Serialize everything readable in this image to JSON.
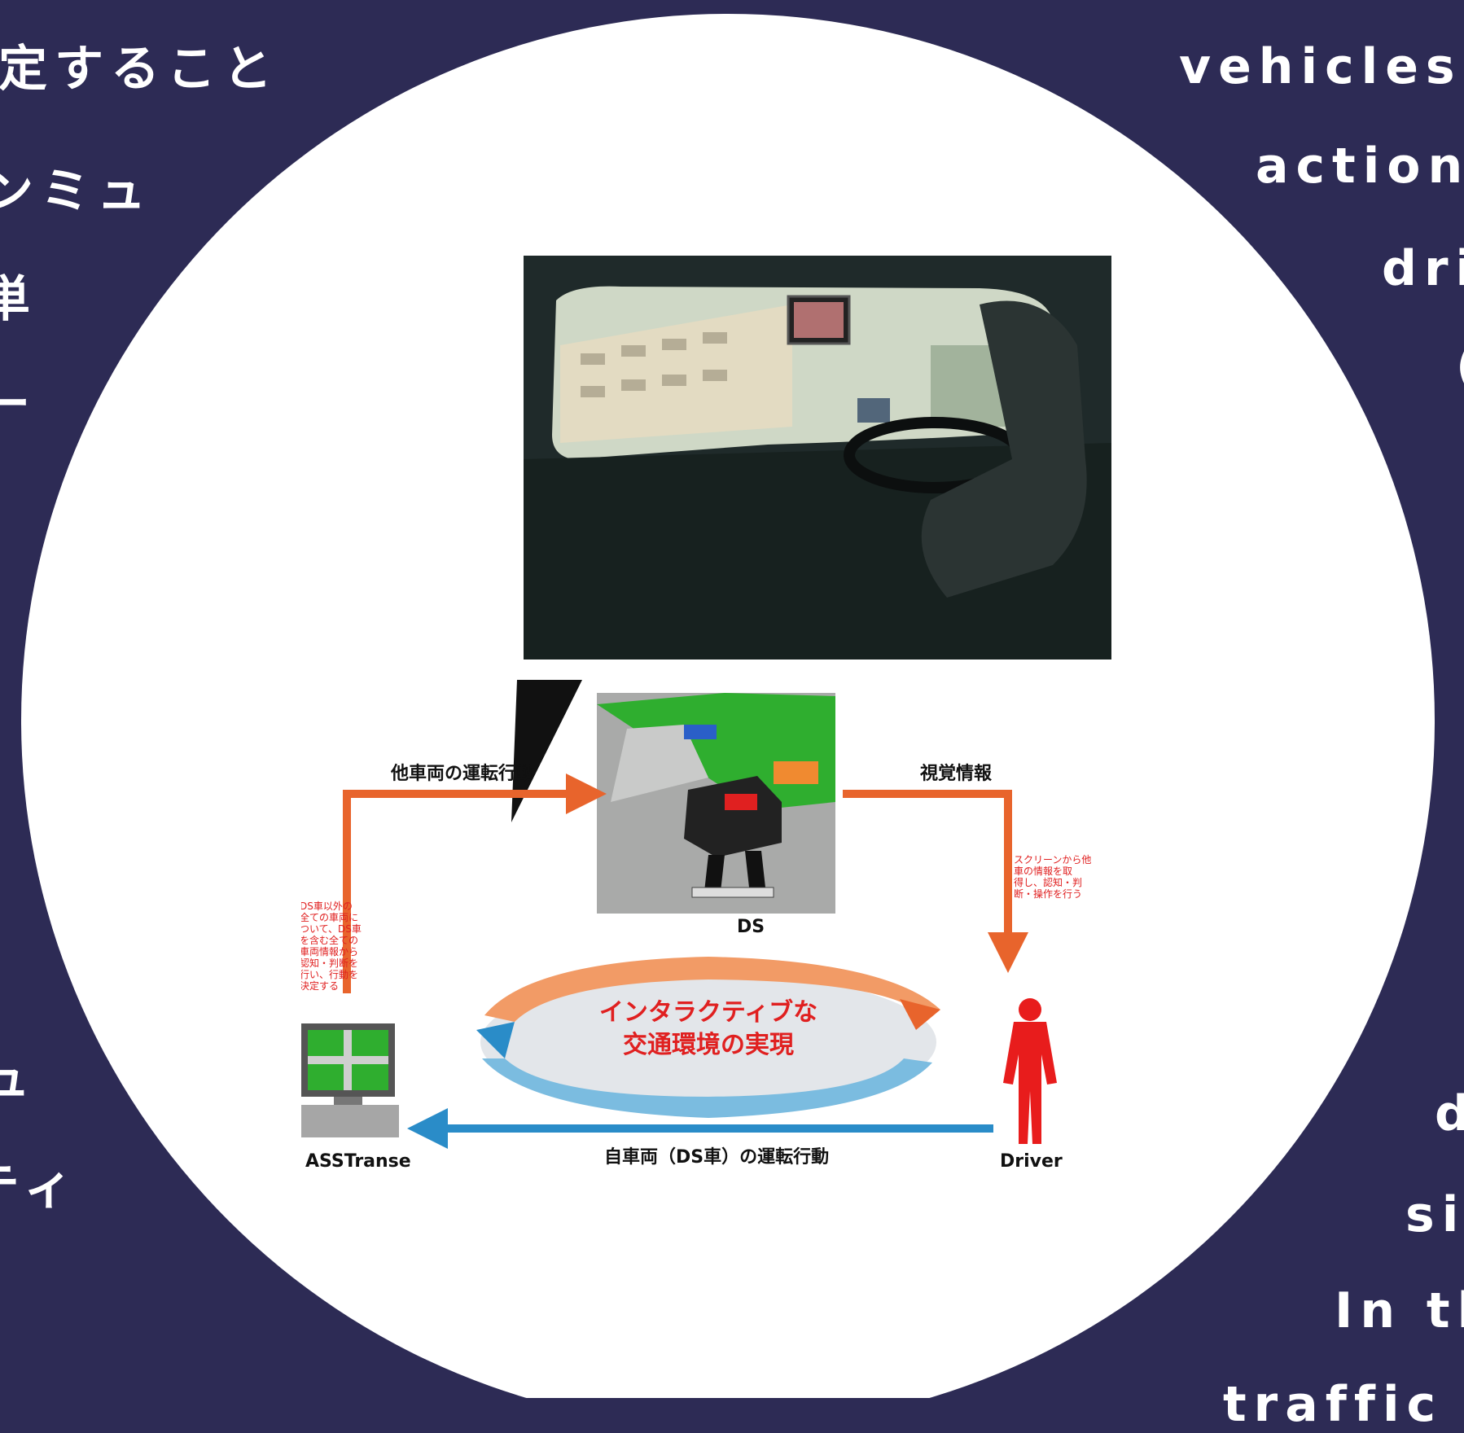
{
  "colors": {
    "background": "#2d2b55",
    "circle": "#ffffff",
    "orange_arrow": "#e8642c",
    "blue_arrow": "#2a8cc8",
    "red_text": "#e02020",
    "driver_figure": "#e81c1c"
  },
  "left_column": [
    "定すること",
    "ンミュ",
    "単",
    "ー",
    "ュ",
    "ティ"
  ],
  "right_column": [
    "vehicles",
    "action",
    "dri",
    "(",
    "d",
    "sir",
    "In th",
    "traffic e"
  ],
  "diagram": {
    "top_left_arrow_label": "他車両の運転行動",
    "top_right_arrow_label": "視覚情報",
    "ds_label": "DS",
    "asstranse_label": "ASSTranse",
    "driver_label": "Driver",
    "bottom_arrow_label": "自車両（DS車）の運転行動",
    "cycle_line1": "インタラクティブな",
    "cycle_line2": "交通環境の実現",
    "left_note": [
      "DS車以外の",
      "全ての車両に",
      "ついて、DS車",
      "を含む全ての",
      "車両情報から",
      "認知・判断を",
      "行い、行動を",
      "決定する"
    ],
    "right_note": [
      "スクリーンから他",
      "車の情報を取",
      "得し、認知・判",
      "断・操作を行う"
    ]
  },
  "icons": {
    "driver": "human-figure-icon",
    "computer": "computer-monitor-icon",
    "simulator": "driving-simulator-icon",
    "photo": "driver-cockpit-photo"
  }
}
